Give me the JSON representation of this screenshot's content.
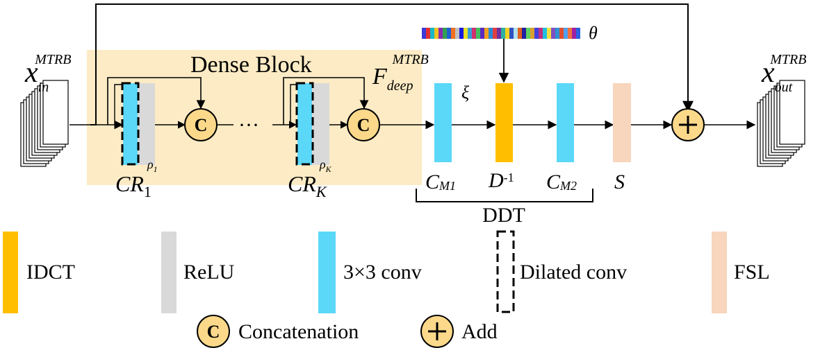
{
  "diagram": {
    "dense_block_title": "Dense Block",
    "input": {
      "base": "x",
      "sub": "in",
      "sup": "MTRB"
    },
    "output": {
      "base": "x",
      "sub": "out",
      "sup": "MTRB"
    },
    "f_deep": {
      "base": "F",
      "sub": "deep",
      "sup": "MTRB"
    },
    "cr1": {
      "base": "CR",
      "sub": "1",
      "rho_base": "ρ",
      "rho_sub": "1"
    },
    "crk": {
      "base": "CR",
      "sub": "K",
      "rho_base": "ρ",
      "rho_sub": "K"
    },
    "concat_symbol": "C",
    "ellipsis": "···",
    "xi": "ξ",
    "theta": "θ",
    "cm1": {
      "base": "C",
      "sub": "M1"
    },
    "dinv": {
      "base": "D",
      "sup": "-1"
    },
    "cm2": {
      "base": "C",
      "sub": "M2"
    },
    "s_label": "S",
    "add_symbol": "+",
    "ddt_label": "DDT"
  },
  "legend": {
    "idct": "IDCT",
    "relu": "ReLU",
    "conv3": "3×3 conv",
    "dilated": "Dilated conv",
    "fsl": "FSL",
    "concat": "Concatenation",
    "add": "Add"
  },
  "colors": {
    "dense_block_bg": "#fcebc5",
    "idct": "#ffbf00",
    "relu": "#d9d9d9",
    "conv": "#5bd8f8",
    "fsl": "#f8d5bd",
    "node_fill": "#fcd98a",
    "theta_bar": [
      "#3a3ad8",
      "#e03030",
      "#17b8c8",
      "#f0c020",
      "#8a2bb0",
      "#30a050",
      "#2060d0",
      "#f07020",
      "#c0c0c0",
      "#1a1ae0",
      "#e8e020",
      "#3a9ad8",
      "#d03070",
      "#40c060",
      "#5a2bc0",
      "#f0a020",
      "#2a8ad8",
      "#e04040",
      "#7030a0",
      "#30b0a0",
      "#f0d020",
      "#3050c0",
      "#b0e0f0",
      "#e06020",
      "#2020a0",
      "#60d060",
      "#d8a030",
      "#4040e0",
      "#c03080",
      "#20c0e0",
      "#f0e040",
      "#8050c0",
      "#3090d0",
      "#e05030",
      "#50a0f0",
      "#f07040",
      "#a020a0",
      "#2a60e0"
    ]
  }
}
